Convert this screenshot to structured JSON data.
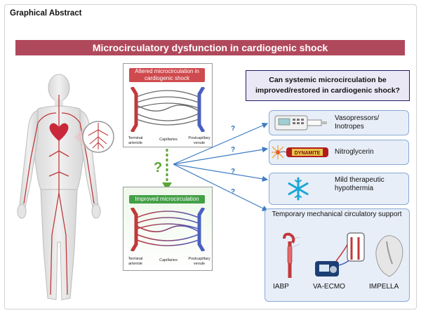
{
  "heading": "Graphical Abstract",
  "title": "Microcirculatory dysfunction in cardiogenic shock",
  "question": "Can systemic microcirculation be improved/restored in cardiogenic shock?",
  "altered": {
    "title": "Altered microcirculation in cardiogenic shock",
    "labels": {
      "arteriole": "Terminal arteriole",
      "capillaries": "Capillaries",
      "venule": "Postcapillary venule"
    }
  },
  "improved": {
    "title": "Improved microcirculation",
    "labels": {
      "arteriole": "Terminal arteriole",
      "capillaries": "Capillaries",
      "venule": "Postcapillary venule"
    }
  },
  "big_question_mark": "?",
  "arrow_question_mark": "?",
  "treatments": [
    {
      "label": "Vasopressors/ Inotropes",
      "icon": "infusion-pump-icon"
    },
    {
      "label": "Nitroglycerin",
      "icon": "dynamite-icon",
      "icon_text": "DYNAMITE"
    },
    {
      "label": "Mild therapeutic hypothermia",
      "icon": "snowflake-icon"
    }
  ],
  "mcs": {
    "title": "Temporary mechanical circulatory support",
    "devices": [
      "IABP",
      "VA-ECMO",
      "IMPELLA"
    ]
  },
  "colors": {
    "banner": "#b0485b",
    "artery": "#c0393b",
    "vein": "#4a5fc1",
    "altered_title": "#cf4a4e",
    "improved_title": "#43a047",
    "question_arrow": "#3f7cc4",
    "green_arrow": "#5aa637",
    "question_box_border": "#1c1c64"
  }
}
